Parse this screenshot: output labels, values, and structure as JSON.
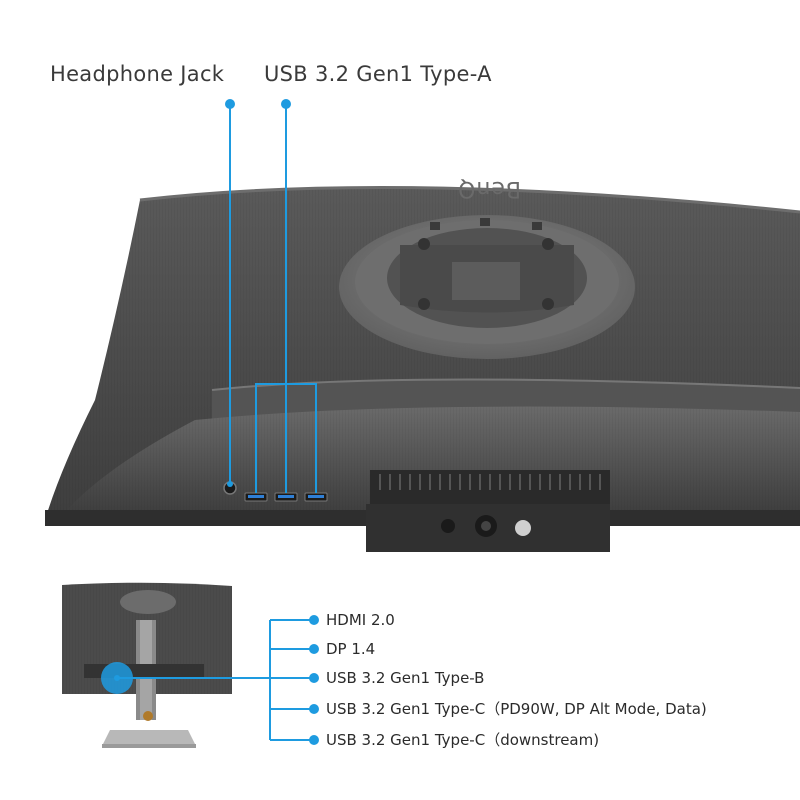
{
  "callouts": {
    "top": [
      {
        "label": "Headphone Jack"
      },
      {
        "label": "USB 3.2 Gen1 Type-A"
      }
    ],
    "bottom": [
      {
        "label": "HDMI 2.0"
      },
      {
        "label": "DP 1.4"
      },
      {
        "label": "USB 3.2 Gen1 Type-B"
      },
      {
        "label": "USB 3.2 Gen1 Type-C（PD90W, DP Alt Mode, Data)"
      },
      {
        "label": "USB 3.2 Gen1 Type-C（downstream)"
      }
    ]
  },
  "product": {
    "brand_logo": "BenQ"
  },
  "colors": {
    "accent": "#1e9be0",
    "monitor_body": "#4a4a4a",
    "monitor_dark": "#2e2e2e",
    "background": "#ffffff"
  }
}
